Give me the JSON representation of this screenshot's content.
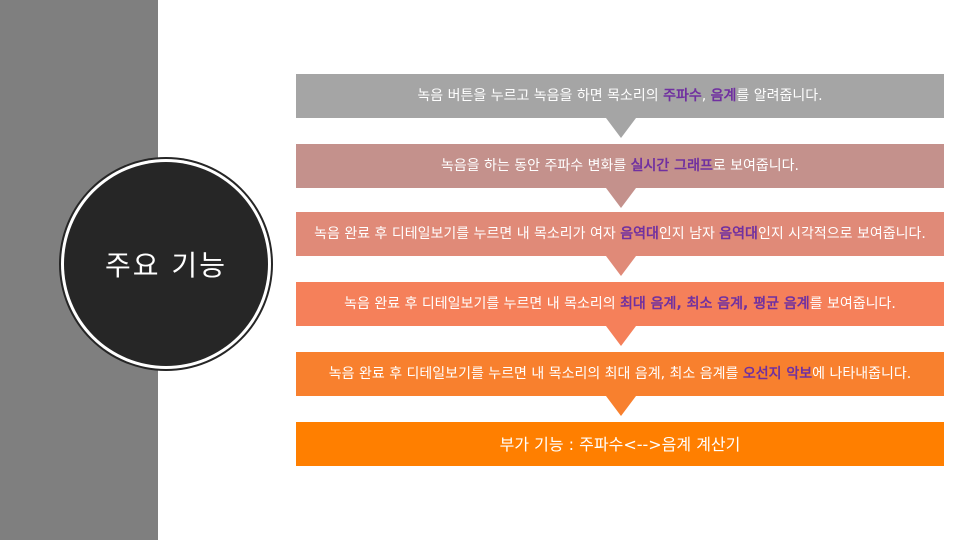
{
  "title": "주요 기능",
  "steps": [
    {
      "color": "#a5a5a5",
      "parts": [
        {
          "text": "녹음 버튼을 누르고 녹음을 하면 목소리의 ",
          "hl": false
        },
        {
          "text": "주파수",
          "hl": true
        },
        {
          "text": ", ",
          "hl": false
        },
        {
          "text": "음계",
          "hl": true
        },
        {
          "text": "를 알려줍니다.",
          "hl": false
        }
      ]
    },
    {
      "color": "#c4918c",
      "parts": [
        {
          "text": "녹음을 하는 동안 주파수 변화를 ",
          "hl": false
        },
        {
          "text": "실시간 그래프",
          "hl": true
        },
        {
          "text": "로 보여줍니다.",
          "hl": false
        }
      ]
    },
    {
      "color": "#e08a78",
      "parts": [
        {
          "text": "녹음 완료 후 디테일보기를 누르면 내 목소리가 여자 ",
          "hl": false
        },
        {
          "text": "음역대",
          "hl": true
        },
        {
          "text": "인지 남자 ",
          "hl": false
        },
        {
          "text": "음역대",
          "hl": true
        },
        {
          "text": "인지 시각적으로 보여줍니다.",
          "hl": false
        }
      ]
    },
    {
      "color": "#f5805a",
      "parts": [
        {
          "text": "녹음 완료 후 디테일보기를 누르면 내 목소리의 ",
          "hl": false
        },
        {
          "text": "최대 음계, 최소 음계, 평균 음계",
          "hl": true
        },
        {
          "text": "를 보여줍니다.",
          "hl": false
        }
      ]
    },
    {
      "color": "#f8802e",
      "parts": [
        {
          "text": "녹음 완료 후 디테일보기를 누르면 내 목소리의 최대 음계, 최소 음계를 ",
          "hl": false
        },
        {
          "text": "오선지 악보",
          "hl": true
        },
        {
          "text": "에 나타내줍니다.",
          "hl": false
        }
      ]
    },
    {
      "color": "#ff7f00",
      "parts": [
        {
          "text": "부가 기능 : 주파수<-->음계 계산기",
          "hl": false
        }
      ]
    }
  ],
  "arrow_colors": [
    "#a5a5a5",
    "#c4918c",
    "#e08a78",
    "#f5805a",
    "#f8802e"
  ]
}
